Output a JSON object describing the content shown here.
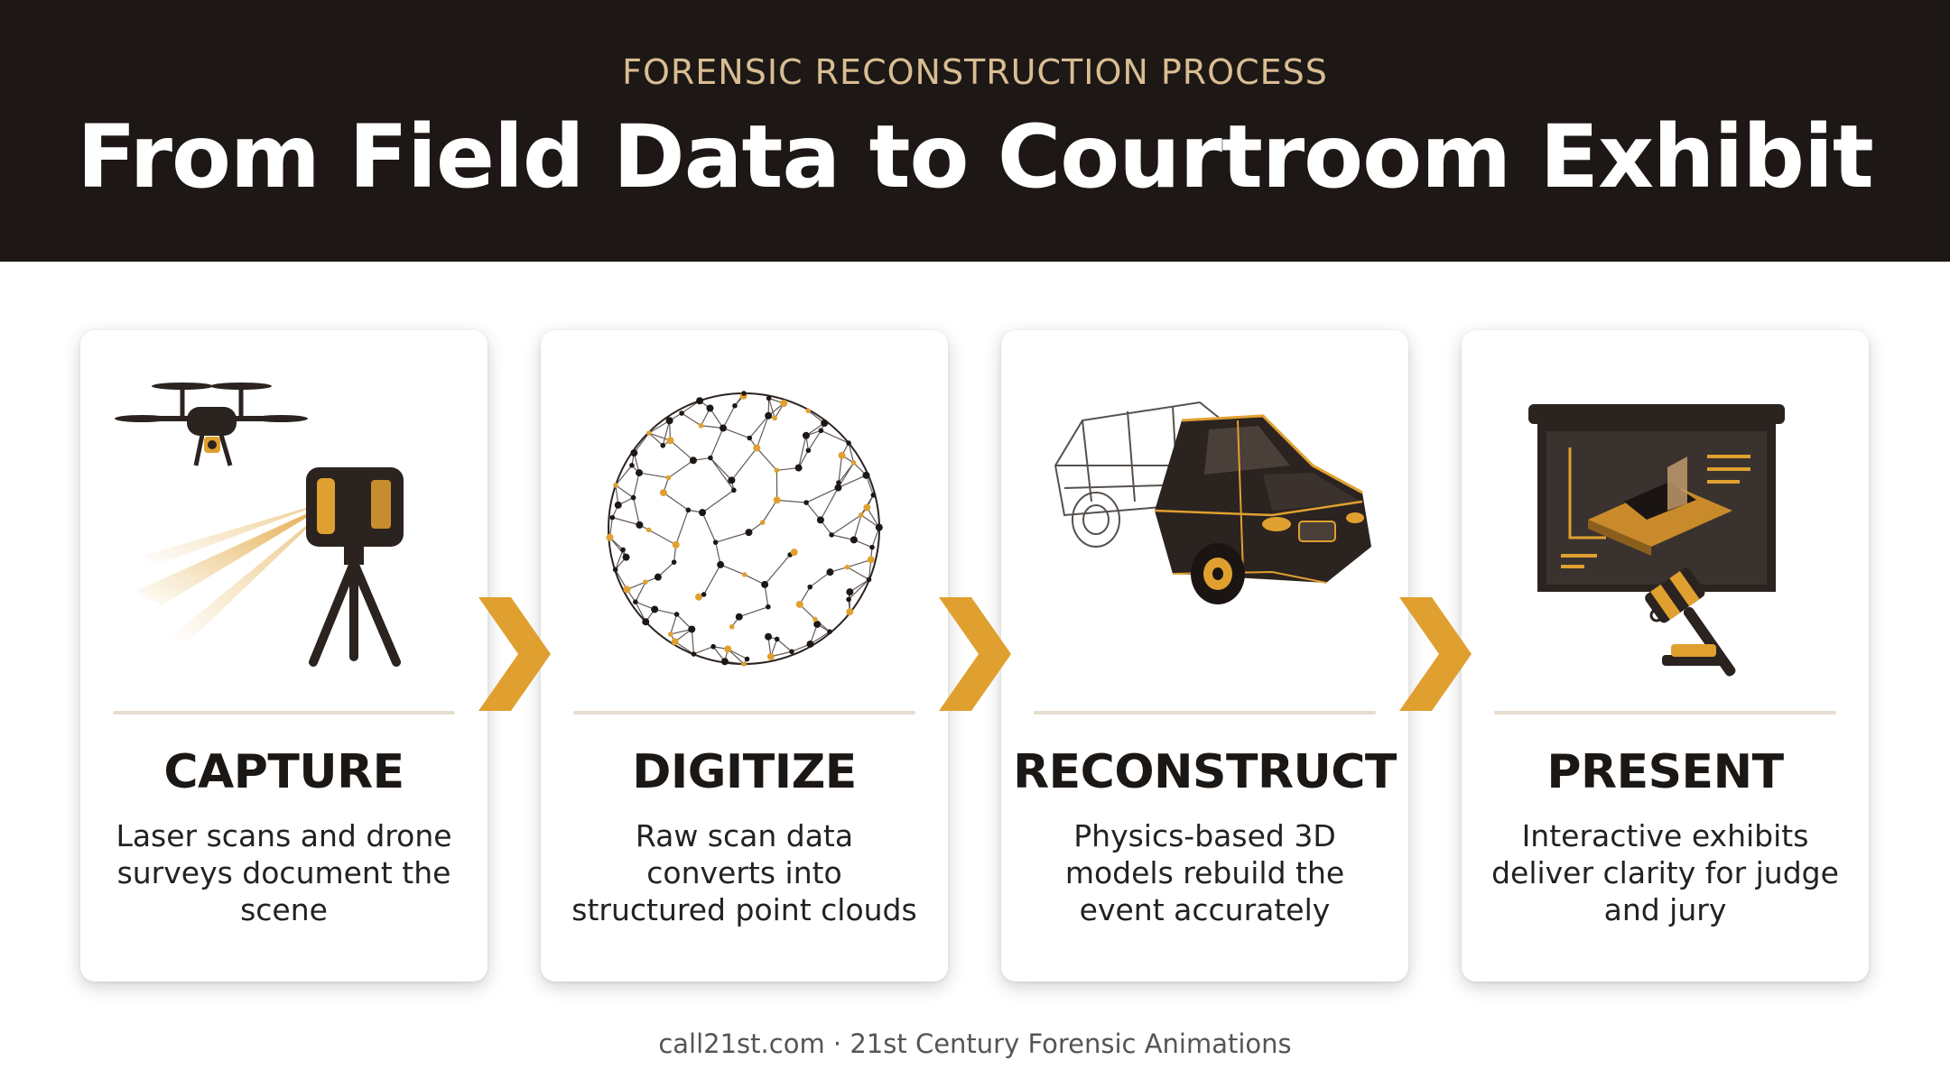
{
  "header": {
    "eyebrow": "FORENSIC RECONSTRUCTION PROCESS",
    "title": "From Field Data to Courtroom Exhibit"
  },
  "steps": [
    {
      "title": "CAPTURE",
      "description": "Laser scans and drone surveys document the scene",
      "icon": "drone-and-laser-scanner-icon"
    },
    {
      "title": "DIGITIZE",
      "description": "Raw scan data converts into structured point clouds",
      "icon": "point-cloud-sphere-icon"
    },
    {
      "title": "RECONSTRUCT",
      "description": "Physics-based 3D models rebuild the event accurately",
      "icon": "wireframe-car-icon"
    },
    {
      "title": "PRESENT",
      "description": "Interactive exhibits deliver clarity for judge and jury",
      "icon": "presentation-screen-gavel-icon"
    }
  ],
  "connector_icon": "chevron-right-icon",
  "footer": "call21st.com · 21st Century Forensic Animations",
  "colors": {
    "header_bg": "#1d1815",
    "eyebrow": "#d9bd92",
    "accent": "#e0a030",
    "dark_object": "#2b2320",
    "rule": "#e6ddd0"
  }
}
